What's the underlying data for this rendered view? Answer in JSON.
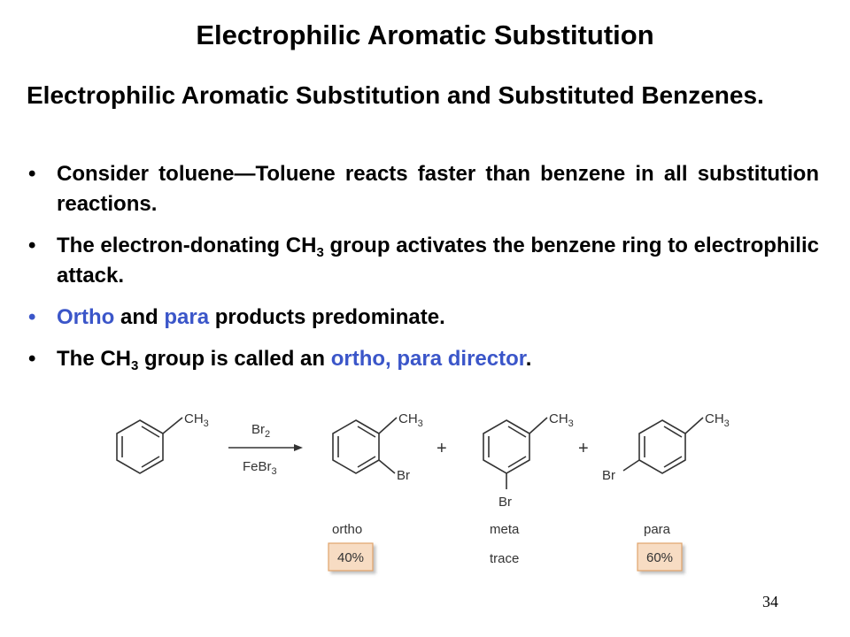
{
  "slide": {
    "title": "Electrophilic Aromatic Substitution",
    "subtitle": "Electrophilic Aromatic Substitution and Substituted Benzenes.",
    "bullets": [
      {
        "text": "Consider toluene—Toluene reacts faster than benzene in all substitution reactions."
      },
      {
        "before": "The electron-donating CH",
        "sub": "3",
        "after": " group activates the benzene ring to electrophilic attack."
      },
      {
        "ortho": "Ortho",
        "and": " and ",
        "para": "para",
        "after": " products predominate."
      },
      {
        "before": "The CH",
        "sub": "3",
        "middle": " group is called an ",
        "highlight": "ortho, para director",
        "after": "."
      }
    ],
    "bullet_symbol": "•",
    "page_number": "34"
  },
  "reaction": {
    "reactant_group": {
      "main": "CH",
      "sub": "3"
    },
    "reagent_top": {
      "main": "Br",
      "sub": "2"
    },
    "reagent_bottom": {
      "main": "FeBr",
      "sub": "3"
    },
    "plus": "+",
    "bromine": "Br",
    "products": [
      {
        "label": "ortho",
        "yield": "40%"
      },
      {
        "label": "meta",
        "yield": "trace"
      },
      {
        "label": "para",
        "yield": "60%"
      }
    ],
    "colors": {
      "yield_box_fill": "#f7dcc3",
      "yield_box_border": "#e0a36b",
      "bond": "#333333"
    }
  }
}
